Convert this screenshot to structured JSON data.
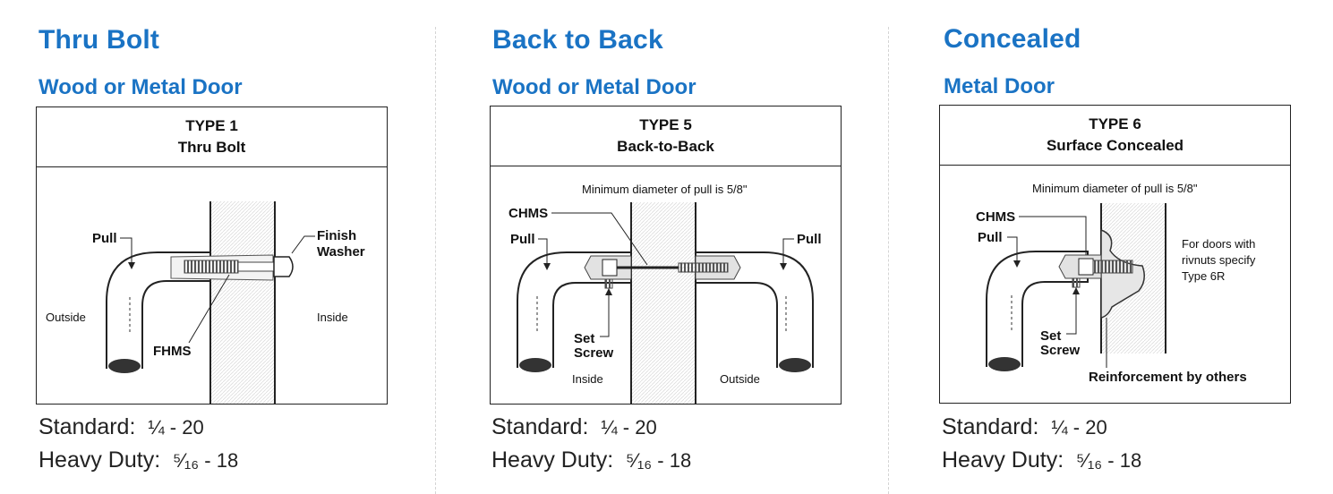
{
  "columns": [
    {
      "title": "Thru Bolt",
      "subtitle": "Wood or Metal Door",
      "type_label": "TYPE 1",
      "type_name": "Thru Bolt",
      "labels": {
        "pull": "Pull",
        "finish": "Finish",
        "washer": "Washer",
        "outside": "Outside",
        "inside": "Inside",
        "fhms": "FHMS"
      },
      "spec": {
        "standard_label": "Standard:",
        "standard_value": "¼ - 20",
        "heavy_label": "Heavy Duty:",
        "heavy_value": "⁵⁄₁₆ - 18"
      }
    },
    {
      "title": "Back to Back",
      "subtitle": "Wood or Metal Door",
      "type_label": "TYPE 5",
      "type_name": "Back-to-Back",
      "labels": {
        "note": "Minimum diameter of pull is 5/8\"",
        "chms": "CHMS",
        "pull_left": "Pull",
        "pull_right": "Pull",
        "set": "Set",
        "screw": "Screw",
        "inside": "Inside",
        "outside": "Outside"
      },
      "spec": {
        "standard_label": "Standard:",
        "standard_value": "¼ - 20",
        "heavy_label": "Heavy Duty:",
        "heavy_value": "⁵⁄₁₆ - 18"
      }
    },
    {
      "title": "Concealed",
      "subtitle": "Metal Door",
      "type_label": "TYPE 6",
      "type_name": "Surface Concealed",
      "labels": {
        "note": "Minimum diameter of pull is 5/8\"",
        "chms": "CHMS",
        "pull": "Pull",
        "for_doors_1": "For doors with",
        "for_doors_2": "rivnuts specify",
        "for_doors_3": "Type 6R",
        "set": "Set",
        "screw": "Screw",
        "reinforcement": "Reinforcement by others"
      },
      "spec": {
        "standard_label": "Standard:",
        "standard_value": "¼ - 20",
        "heavy_label": "Heavy Duty:",
        "heavy_value": "⁵⁄₁₆ - 18"
      }
    }
  ]
}
